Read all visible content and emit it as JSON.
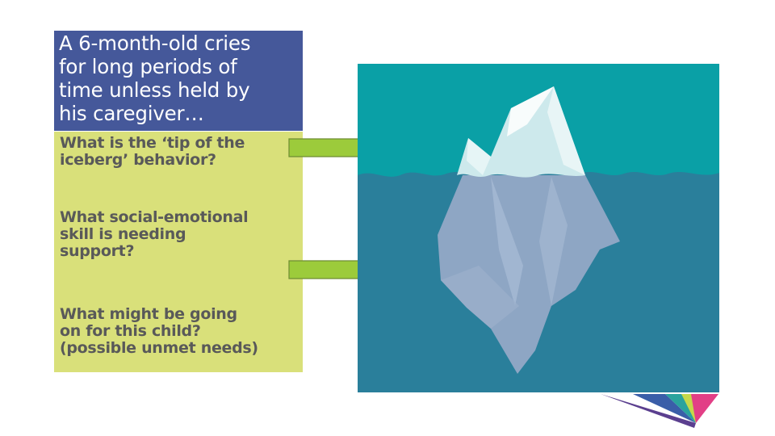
{
  "scenario": {
    "text": "A 6-month-old cries\nfor long periods of\ntime unless held by\nhis caregiver…"
  },
  "questions": [
    "What is the ‘tip of the\niceberg’ behavior?",
    "What social-emotional\nskill is needing\nsupport?",
    "What might be going\non for this child?\n(possible unmet needs)"
  ],
  "colors": {
    "scenario_bg": "#45589a",
    "questions_bg": "#d9e07a",
    "question_text": "#595959",
    "arrow_fill": "#9ccb3b",
    "sky": "#0aa0a6",
    "water": "#2a7f9b",
    "ice_above": "#cde9ec",
    "ice_below": "#8ea6c4"
  },
  "icons": {
    "arrow": "right-arrow-icon",
    "illustration": "iceberg-illustration"
  }
}
